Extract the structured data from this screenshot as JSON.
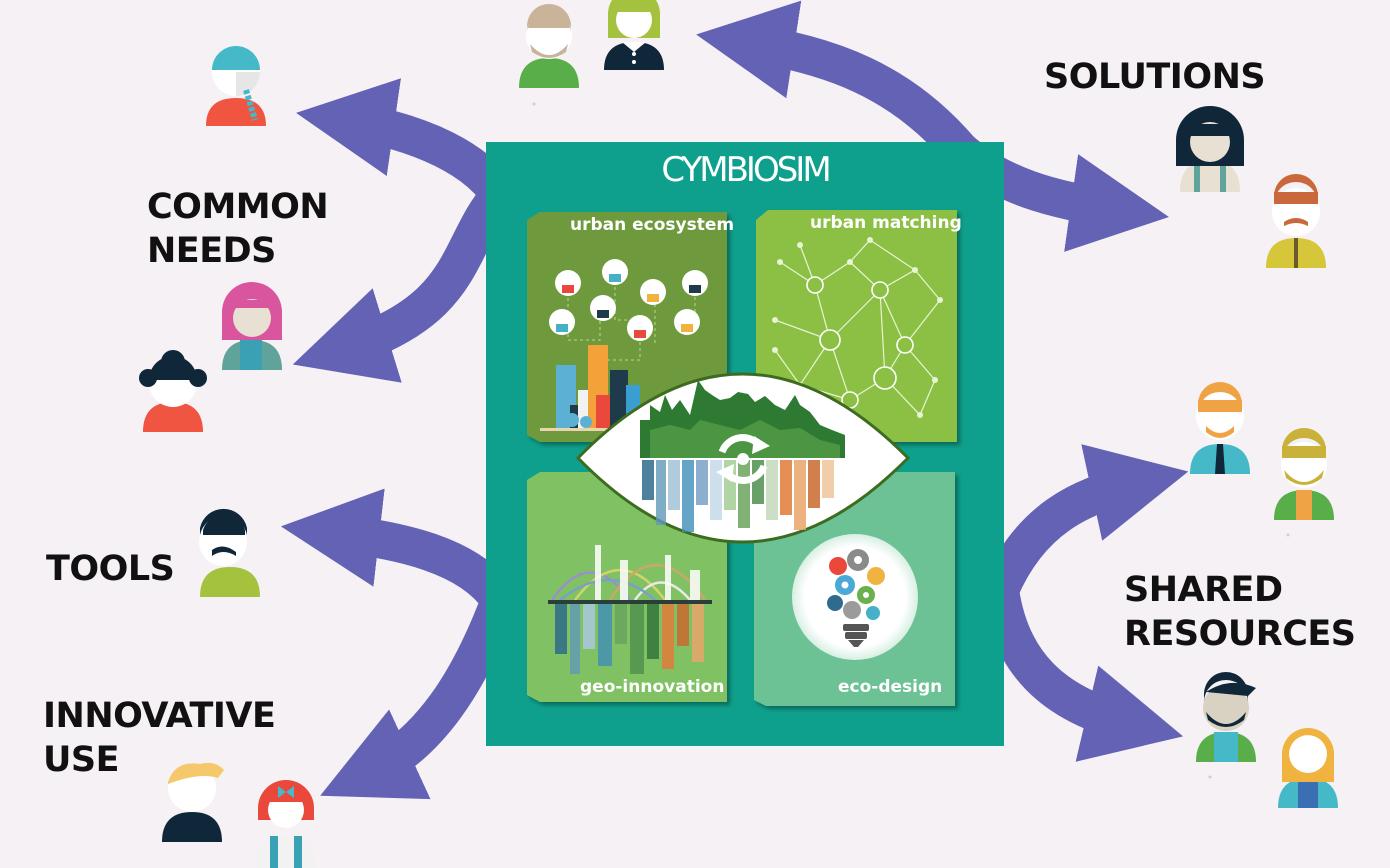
{
  "diagram": {
    "brand": "CYMBIOSIM",
    "panels": {
      "urban_ecosystem": "urban ecosystem",
      "urban_matching": "urban matching",
      "geo_innovation": "geo-innovation",
      "eco_design": "eco-design"
    },
    "labels": {
      "common_needs": [
        "COMMON",
        "NEEDS"
      ],
      "solutions": "SOLUTIONS",
      "tools": "TOOLS",
      "innovative_use": [
        "INNOVATIVE",
        "USE"
      ],
      "shared_resources": [
        "SHARED",
        "RESOURCES"
      ]
    },
    "colors": {
      "background": "#f5f1f4",
      "arrow": "#6462b5",
      "board": "#0ea08c",
      "panel_ecosystem": "#6e9a3c",
      "panel_matching": "#8cc044",
      "panel_geo": "#80c163",
      "panel_eco": "#6cc294"
    }
  }
}
